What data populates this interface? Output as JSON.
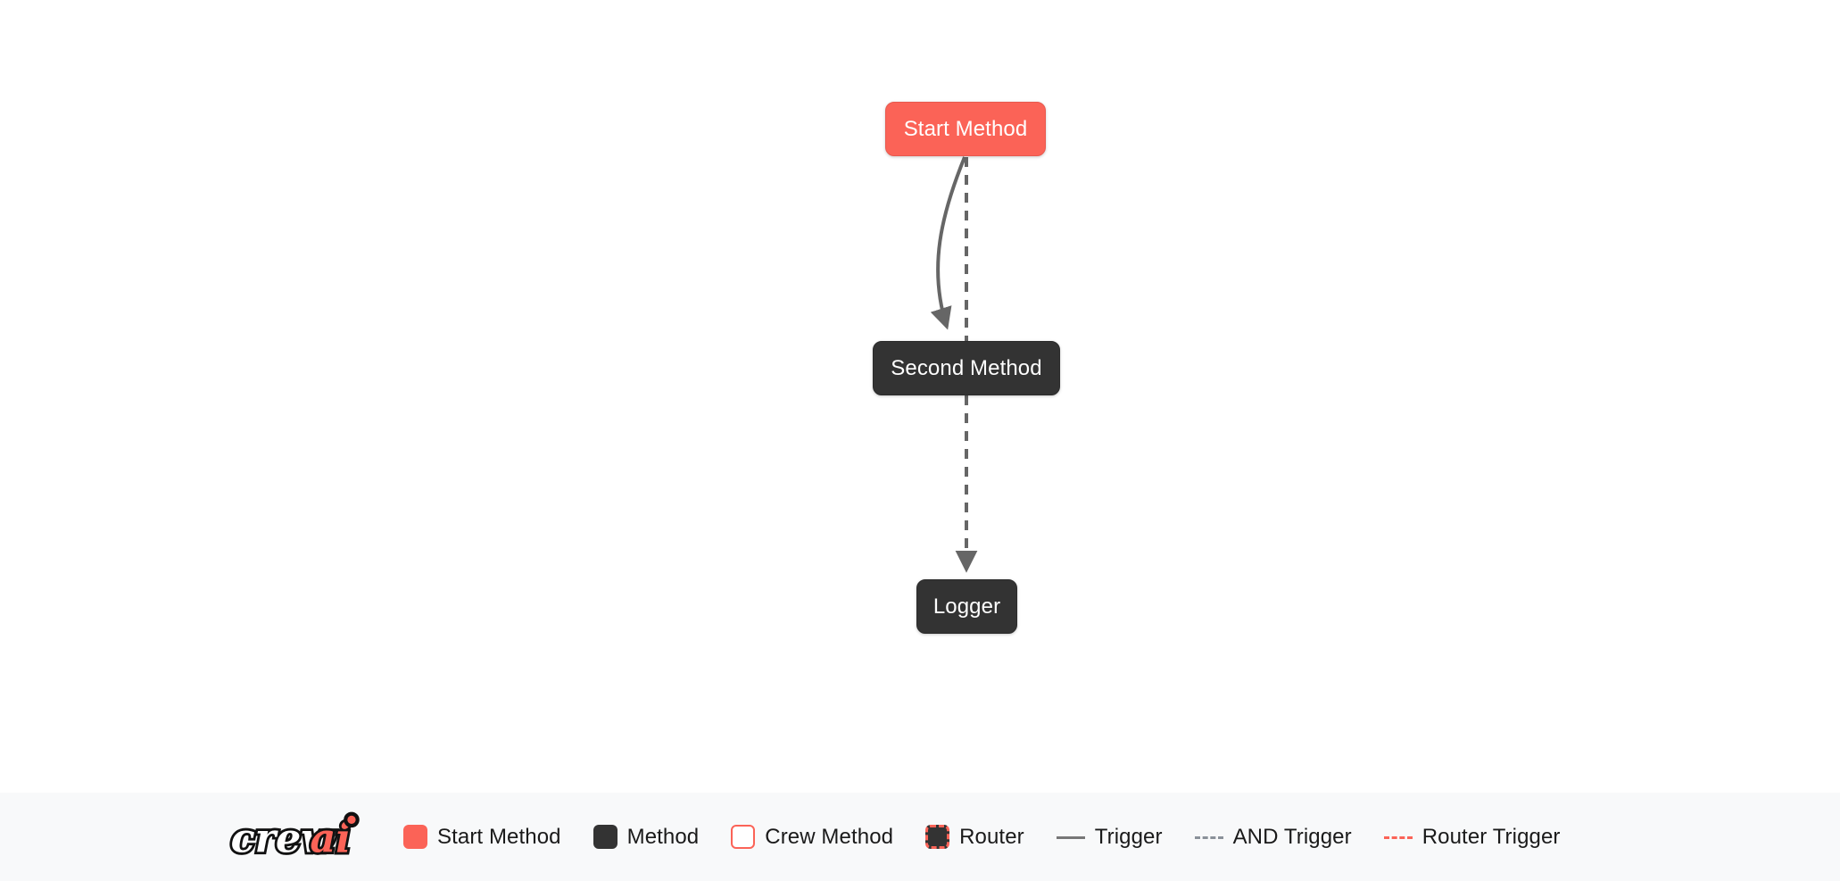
{
  "flow": {
    "nodes": [
      {
        "id": "start-method",
        "label": "Start Method",
        "type": "start-method"
      },
      {
        "id": "second-method",
        "label": "Second Method",
        "type": "method"
      },
      {
        "id": "logger",
        "label": "Logger",
        "type": "method"
      }
    ],
    "edges": [
      {
        "from": "start-method",
        "to": "second-method",
        "style": "trigger"
      },
      {
        "from": "start-method",
        "to": "logger",
        "style": "and-trigger"
      },
      {
        "from": "second-method",
        "to": "logger",
        "style": "and-trigger"
      }
    ]
  },
  "legend": {
    "logo_text_primary": "crew",
    "logo_text_accent": "ai",
    "items": [
      {
        "name": "start-method",
        "label": "Start Method",
        "marker": "swatch-filled",
        "color": "#fb6357"
      },
      {
        "name": "method",
        "label": "Method",
        "marker": "swatch-filled",
        "color": "#333333"
      },
      {
        "name": "crew-method",
        "label": "Crew Method",
        "marker": "swatch-outline",
        "color": "#fb6357"
      },
      {
        "name": "router",
        "label": "Router",
        "marker": "swatch-dashed",
        "color": "#fb6357"
      },
      {
        "name": "trigger",
        "label": "Trigger",
        "marker": "line-solid",
        "color": "#777777"
      },
      {
        "name": "and-trigger",
        "label": "AND Trigger",
        "marker": "line-dashed",
        "color": "#8a9199"
      },
      {
        "name": "router-trigger",
        "label": "Router Trigger",
        "marker": "line-dashed",
        "color": "#fb6357"
      }
    ]
  },
  "colors": {
    "accent_red": "#fb6357",
    "node_dark": "#333333",
    "edge_gray": "#666666",
    "canvas_bg": "#ffffff",
    "legend_bg": "#f8f9fa"
  }
}
